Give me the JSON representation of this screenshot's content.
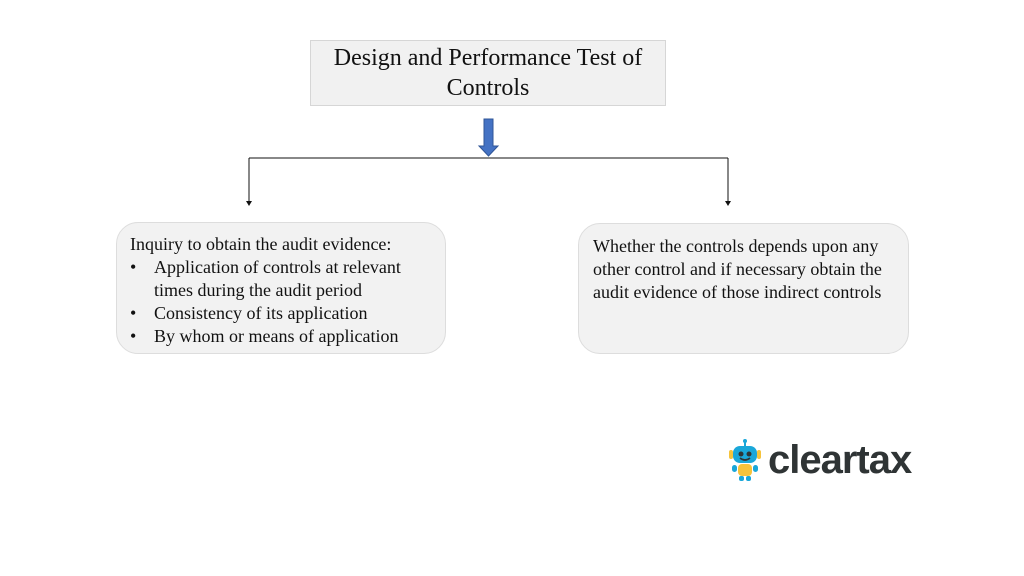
{
  "diagram": {
    "title": "Design and Performance Test of Controls",
    "left_node": {
      "heading": "Inquiry to obtain the audit evidence:",
      "items": [
        "Application of controls at relevant times during the audit period",
        "Consistency of its application",
        "By whom or means of application"
      ]
    },
    "right_node": {
      "text": "Whether the controls depends upon any other control and if necessary obtain the audit evidence of those indirect controls"
    },
    "bullet_symbol": "•"
  },
  "logo": {
    "text": "cleartax",
    "brand_text_color": "#2f3435",
    "mascot_icon": "robot-mascot-icon",
    "colors": {
      "mascot_blue": "#1aa7d9",
      "mascot_yellow": "#f6c33b",
      "arrow_blue": "#4472c4"
    }
  },
  "connectors": {
    "arrow_icon": "down-arrow-icon",
    "line_color": "#111111"
  }
}
